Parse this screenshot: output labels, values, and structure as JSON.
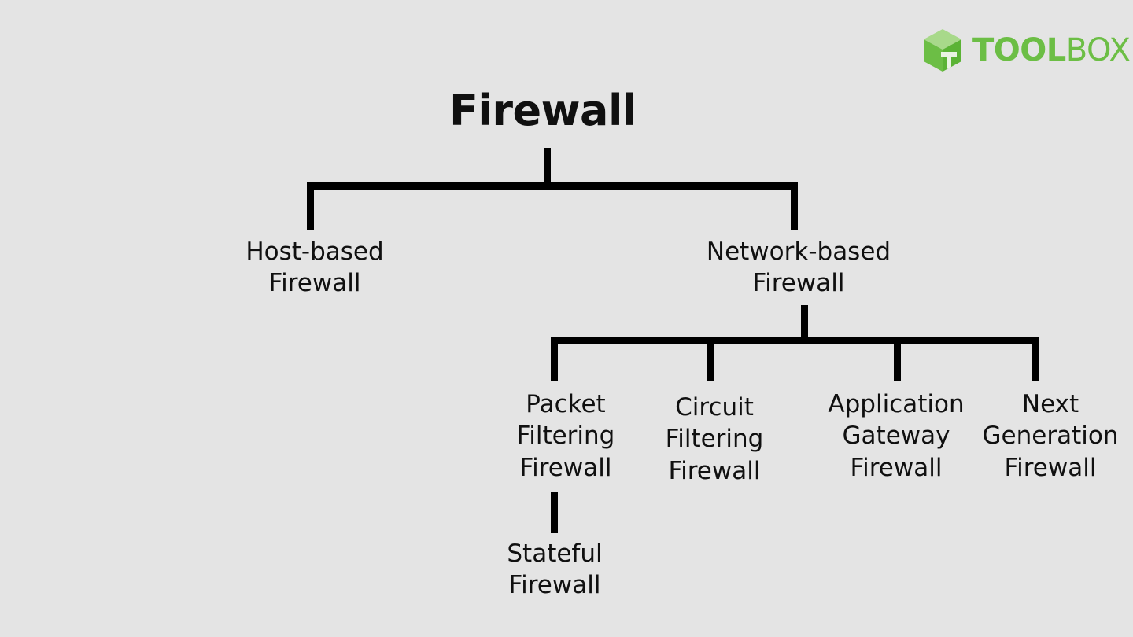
{
  "page": {
    "background_color": "#e4e4e4",
    "line_color": "#000000",
    "text_color": "#101010"
  },
  "brand": {
    "icon": "cube-box-icon",
    "word_primary": "TOOL",
    "word_secondary": "BOX",
    "color": "#6cbe45",
    "color_light": "#a8d98a"
  },
  "diagram": {
    "type": "hierarchy-tree",
    "root": {
      "label": "Firewall"
    },
    "level1": [
      {
        "label": "Host-based\nFirewall"
      },
      {
        "label": "Network-based\nFirewall"
      }
    ],
    "level2": [
      {
        "label": "Packet\nFiltering\nFirewall"
      },
      {
        "label": "Circuit\nFiltering\nFirewall"
      },
      {
        "label": "Application\nGateway\nFirewall"
      },
      {
        "label": "Next\nGeneration\nFirewall"
      }
    ],
    "level3": [
      {
        "label": "Stateful\nFirewall"
      }
    ]
  }
}
